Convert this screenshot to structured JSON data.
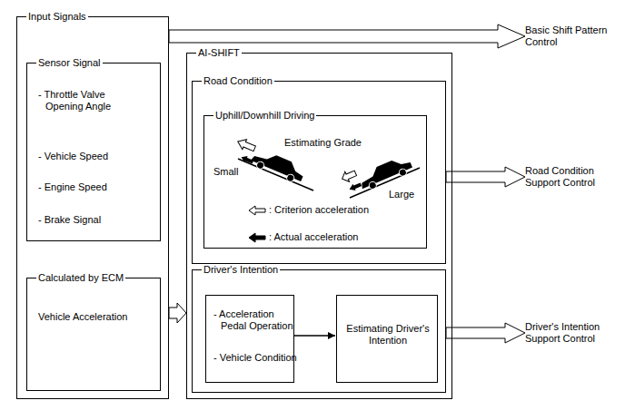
{
  "diagram": {
    "nodes": [
      {
        "text": [
          "Input Signals"
        ]
      },
      {
        "text": [
          "Sensor Signal",
          "- Throttle Valve Opening Angle",
          "- Vehicle Speed",
          "- Engine Speed",
          "- Brake Signal"
        ],
        "in": 0
      },
      {
        "text": [
          "Calculated by ECM",
          "Vehicle Acceleration"
        ],
        "in": 0
      },
      {
        "text": [
          "AI-SHIFT"
        ]
      },
      {
        "text": [
          "Road Condition"
        ],
        "in": 3
      },
      {
        "text": [
          "Uphill/Downhill Driving",
          "Estimating Grade",
          "Small",
          "Large"
        ],
        "in": 4
      },
      {
        "text": [
          "Driver's Intention"
        ],
        "in": 3
      },
      {
        "text": [
          "- Acceleration Pedal Operation",
          "- Vehicle Condition"
        ],
        "in": 6
      },
      {
        "text": [
          "Estimating Driver's Intention"
        ],
        "in": 6
      },
      {
        "text": [
          "Basic Shift Pattern Control"
        ]
      },
      {
        "text": [
          "Road Condition Support Control"
        ]
      },
      {
        "text": [
          "Driver's Intention Support Control"
        ]
      }
    ],
    "edges": [
      {
        "from": 0,
        "to": 3,
        "arrow": "to"
      },
      {
        "from": 0,
        "to": 9,
        "arrow": "to"
      },
      {
        "from": 4,
        "to": 10,
        "arrow": "to"
      },
      {
        "from": 6,
        "to": 11,
        "arrow": "to"
      },
      {
        "from": 7,
        "to": 8,
        "arrow": "to"
      }
    ],
    "legend": [
      {
        "text": ": Criterion acceleration"
      },
      {
        "text": ": Actual acceleration"
      }
    ]
  }
}
